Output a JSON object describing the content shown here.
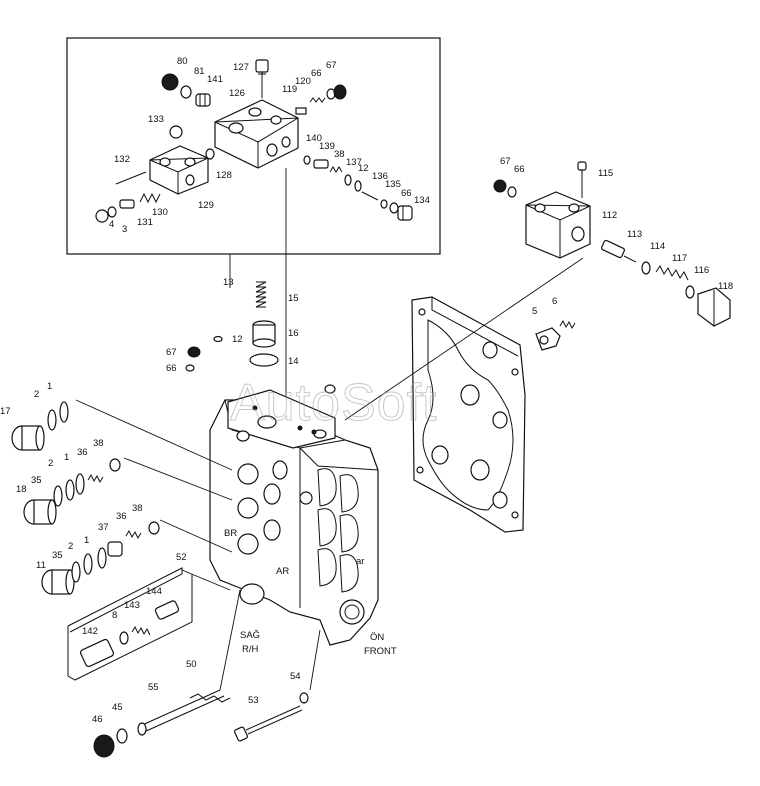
{
  "watermark": "AutoSoft",
  "words": {
    "br": "BR",
    "ar_left": "AR",
    "ar_right": "ar",
    "sag": "SAĞ",
    "rh": "R/H",
    "on": "ÖN",
    "front": "FRONT"
  },
  "callouts": [
    "80",
    "81",
    "141",
    "127",
    "120",
    "66",
    "67",
    "119",
    "126",
    "133",
    "140",
    "139",
    "38",
    "137",
    "12",
    "136",
    "135",
    "66",
    "134",
    "132",
    "128",
    "129",
    "130",
    "131",
    "3",
    "4",
    "13",
    "15",
    "16",
    "12",
    "67",
    "14",
    "66",
    "17",
    "2",
    "1",
    "18",
    "35",
    "2",
    "1",
    "36",
    "38",
    "11",
    "35",
    "2",
    "1",
    "37",
    "36",
    "38",
    "52",
    "142",
    "8",
    "143",
    "144",
    "50",
    "55",
    "45",
    "46",
    "53",
    "54",
    "67",
    "66",
    "115",
    "112",
    "113",
    "114",
    "117",
    "116",
    "118",
    "5",
    "6"
  ]
}
